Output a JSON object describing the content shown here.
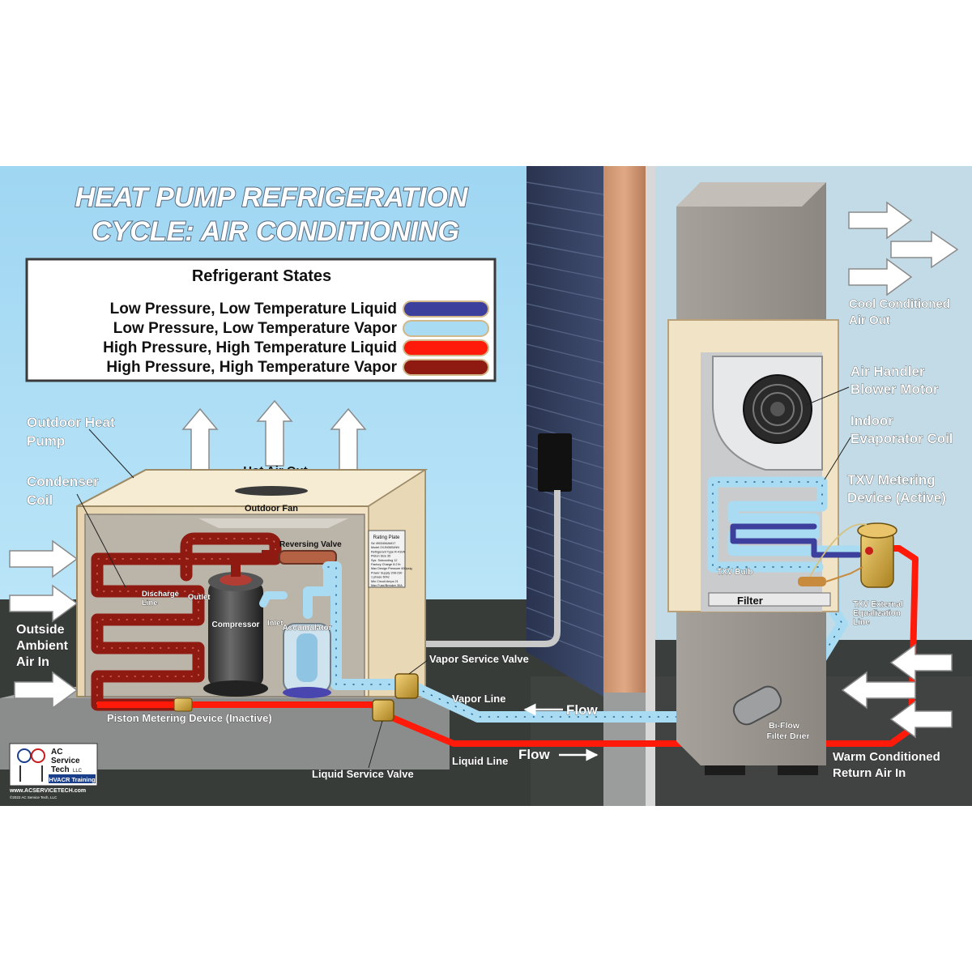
{
  "title": {
    "line1": "HEAT PUMP REFRIGERATION",
    "line2": "CYCLE: AIR CONDITIONING"
  },
  "legend": {
    "heading": "Refrigerant States",
    "items": [
      {
        "label": "Low Pressure, Low Temperature Liquid",
        "color": "#3d3f9c"
      },
      {
        "label": "Low Pressure, Low Temperature Vapor",
        "color": "#a9dcf2"
      },
      {
        "label": "High Pressure, High Temperature Liquid",
        "color": "#ff1a0a"
      },
      {
        "label": "High Pressure, High Temperature Vapor",
        "color": "#8f1a12"
      }
    ]
  },
  "labels": {
    "outdoor_heat_pump_1": "Outdoor Heat",
    "outdoor_heat_pump_2": "Pump",
    "condenser_coil_1": "Condenser",
    "condenser_coil_2": "Coil",
    "hot_air_out": "Hot Air Out",
    "outdoor_fan": "Outdoor Fan",
    "reversing_valve": "Reversing Valve",
    "discharge_line_1": "Discharge",
    "discharge_line_2": "Line",
    "outlet": "Outlet",
    "inlet": "Inlet",
    "compressor": "Compressor",
    "accumulator": "Accumulator",
    "outside_ambient_1": "Outside",
    "outside_ambient_2": "Ambient",
    "outside_ambient_3": "Air In",
    "piston_metering": "Piston Metering Device (Inactive)",
    "vapor_service_valve": "Vapor Service Valve",
    "vapor_line": "Vapor Line",
    "liquid_line": "Liquid Line",
    "liquid_service_valve": "Liquid Service Valve",
    "flow_top": "Flow",
    "flow_bottom": "Flow",
    "cool_air_1": "Cool Conditioned",
    "cool_air_2": "Air Out",
    "blower_1": "Air Handler",
    "blower_2": "Blower Motor",
    "evap_1": "Indoor",
    "evap_2": "Evaporator Coil",
    "txv_1": "TXV Metering",
    "txv_2": "Device (Active)",
    "txv_bulb": "TXV Bulb",
    "filter": "Filter",
    "txv_ext_1": "TXV External",
    "txv_ext_2": "Equalization",
    "txv_ext_3": "Line",
    "drier_1": "Bi-Flow",
    "drier_2": "Filter Drier",
    "warm_air_1": "Warm Conditioned",
    "warm_air_2": "Return Air In"
  },
  "rating_plate": {
    "title": "Rating Plate",
    "lines": [
      "S# 4903456AM17",
      "Model 2XJN36S4NN",
      "Refrigerant Type R-410A",
      "Piston Size 35",
      "Sys. Subcooling 12",
      "Factory Charge 8.2 lb",
      "Max Design Pressure 600psig",
      "Power Supply 208-230",
      "1 phase 60hz",
      "Min Circuit Amps 21",
      "Max Fuse/Breaker 30A"
    ]
  },
  "logo": {
    "line1": "AC",
    "line2": "Service",
    "line3": "Tech",
    "llc": "LLC",
    "tag": "HVACR Training",
    "url": "www.ACSERVICETECH.com",
    "copyright": "©2022 AC Service Tech, LLC"
  },
  "colors": {
    "sky": "#a8dcf5",
    "grass": "#3a3f3a",
    "low_liquid": "#3d3f9c",
    "low_vapor": "#a9dcf2",
    "high_liquid": "#ff1a0a",
    "high_vapor": "#8f1a12"
  }
}
